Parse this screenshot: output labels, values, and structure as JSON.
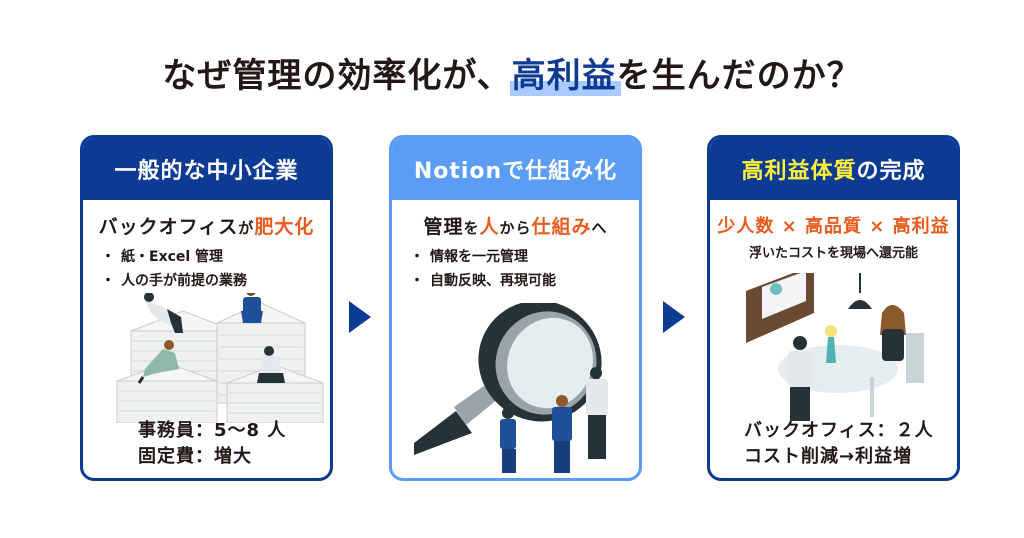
{
  "title": {
    "prefix": "なぜ管理の効率化が、",
    "highlight": "高利益",
    "suffix": "を生んだのか？"
  },
  "colors": {
    "navy": "#0d3a93",
    "light_blue": "#5b9cf5",
    "highlight_bg": "#aacbff",
    "orange": "#ec5b1e",
    "yellow": "#fff23c",
    "text": "#231815"
  },
  "cards": [
    {
      "header": "一般的な中小企業",
      "lead_main": "バックオフィス",
      "lead_particle": "が",
      "lead_accent": "肥大化",
      "bullets": [
        "紙・Excel 管理",
        "人の手が前提の業務"
      ],
      "illustration": "stressed-workers-on-paper-stacks",
      "footer": [
        "事務員：5〜8 人",
        "固定費：増大"
      ]
    },
    {
      "header": "Notionで仕組み化",
      "lead_parts": [
        "管理",
        "を",
        "人",
        "から",
        "仕組み",
        "へ"
      ],
      "bullets": [
        "情報を一元管理",
        "自動反映、再現可能"
      ],
      "illustration": "team-with-magnifying-glass"
    },
    {
      "header_accent": "高利益体質",
      "header_rest": "の完成",
      "lead": "少人数 × 高品質 × 高利益",
      "sub": "浮いたコストを現場へ還元能",
      "illustration": "relaxed-meeting-at-table",
      "footer": [
        "バックオフィス：２人",
        "コスト削減→利益増"
      ]
    }
  ],
  "arrows": [
    "arrow-right",
    "arrow-right"
  ]
}
